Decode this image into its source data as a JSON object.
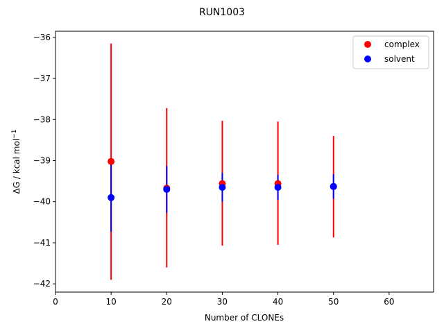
{
  "chart_data": {
    "type": "scatter",
    "title": "RUN1003",
    "xlabel": "Number of CLONEs",
    "ylabel": "ΔG / kcal mol",
    "ylabel_superscript": "−1",
    "xlim": [
      0,
      68
    ],
    "ylim": [
      -42.2,
      -35.85
    ],
    "xticks": [
      0,
      10,
      20,
      30,
      40,
      50,
      60
    ],
    "yticks": [
      -42,
      -41,
      -40,
      -39,
      -38,
      -37,
      -36
    ],
    "grid": false,
    "legend_position": "top-right",
    "series": [
      {
        "name": "complex",
        "color": "#ff0000",
        "x": [
          10,
          20,
          30,
          40,
          50
        ],
        "y": [
          -39.02,
          -39.67,
          -39.56,
          -39.56,
          -39.63
        ],
        "yerr_low": [
          -41.9,
          -41.6,
          -41.07,
          -41.05,
          -40.87
        ],
        "yerr_high": [
          -36.15,
          -37.72,
          -38.03,
          -38.05,
          -38.4
        ]
      },
      {
        "name": "solvent",
        "color": "#0000ff",
        "x": [
          10,
          20,
          30,
          40,
          50
        ],
        "y": [
          -39.9,
          -39.7,
          -39.65,
          -39.65,
          -39.63
        ],
        "yerr_low": [
          -40.73,
          -40.27,
          -40.0,
          -39.95,
          -39.93
        ],
        "yerr_high": [
          -39.07,
          -39.13,
          -39.3,
          -39.35,
          -39.33
        ]
      }
    ]
  }
}
